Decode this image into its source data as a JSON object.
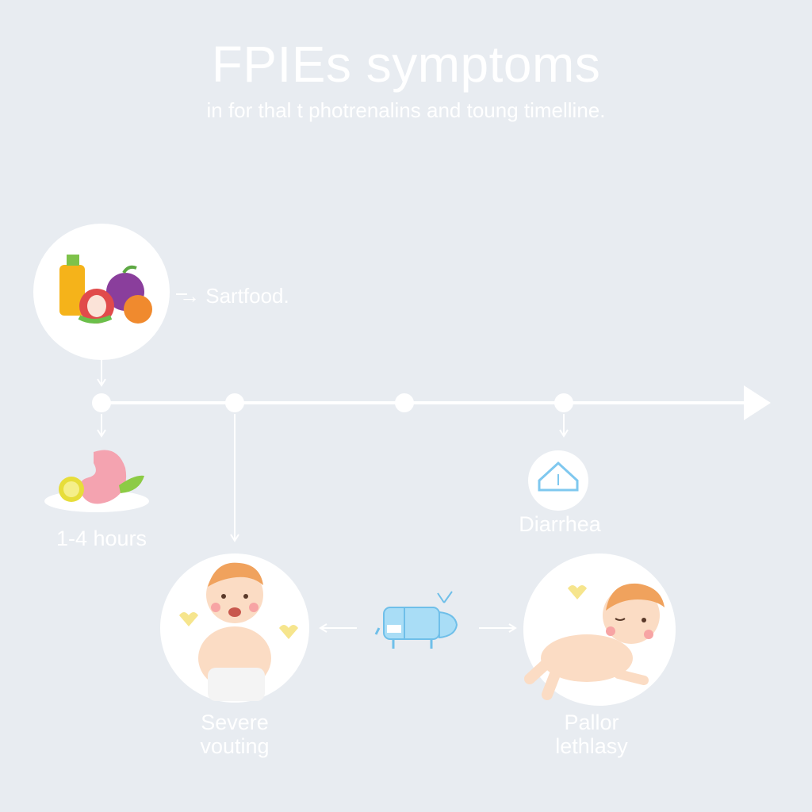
{
  "header": {
    "title": "FPIEs symptoms",
    "subtitle": "in for thal t photrenalins and toung timelline."
  },
  "steps": {
    "start_label": "→ Sartfood.",
    "hours_label": "1-4 hours",
    "diarrhea_label": "Diarrhea",
    "severe_line1": "Severe",
    "severe_line2": "vouting",
    "pallor_line1": "Pallor",
    "pallor_line2": "lethlasy"
  },
  "icons": {
    "food": "food-bottle-fruit-icon",
    "stomach": "stomach-icon",
    "house": "house-icon",
    "baby_vomit": "baby-icon",
    "device": "pump-device-icon",
    "baby_crawl": "crawling-baby-icon"
  },
  "colors": {
    "background": "#e8ecf1",
    "line": "#ffffff",
    "accent_blue": "#7fc8ef"
  }
}
